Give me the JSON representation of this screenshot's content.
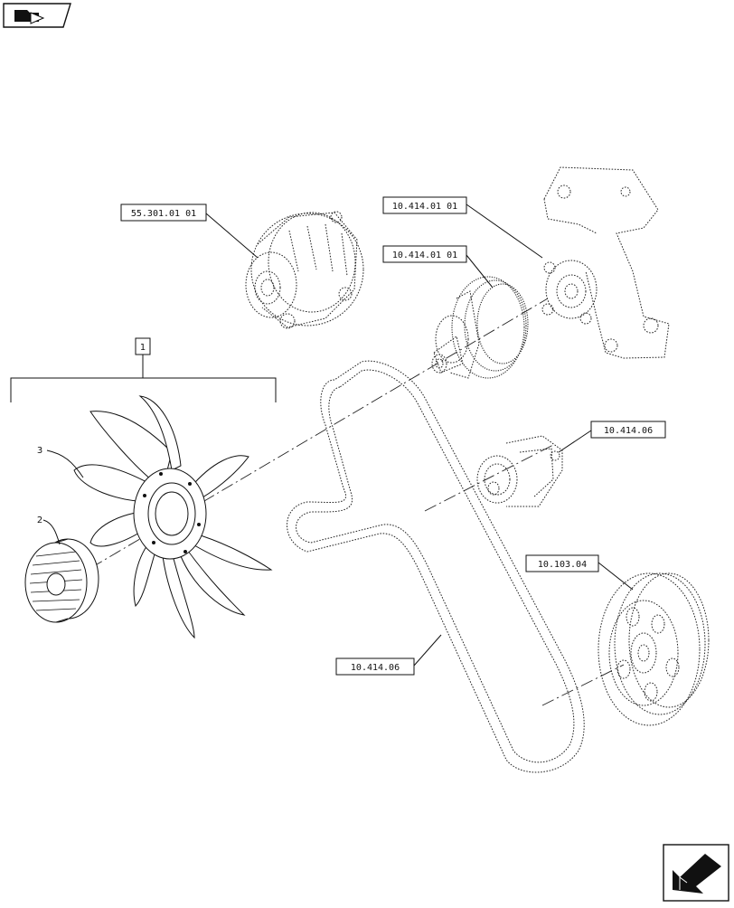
{
  "nav": {
    "top_icon": "folder-arrow-icon",
    "bottom_icon": "next-arrow-icon"
  },
  "labels": {
    "alternator_ref": "55.301.01 01",
    "bracket_ref": "10.414.01 01",
    "water_pump_ref": "10.414.01 01",
    "tensioner_ref": "10.414.06",
    "belt_ref": "10.414.06",
    "damper_ref": "10.103.04"
  },
  "items": {
    "fan_assembly": "1",
    "viscous_clutch": "2",
    "fan": "3"
  }
}
